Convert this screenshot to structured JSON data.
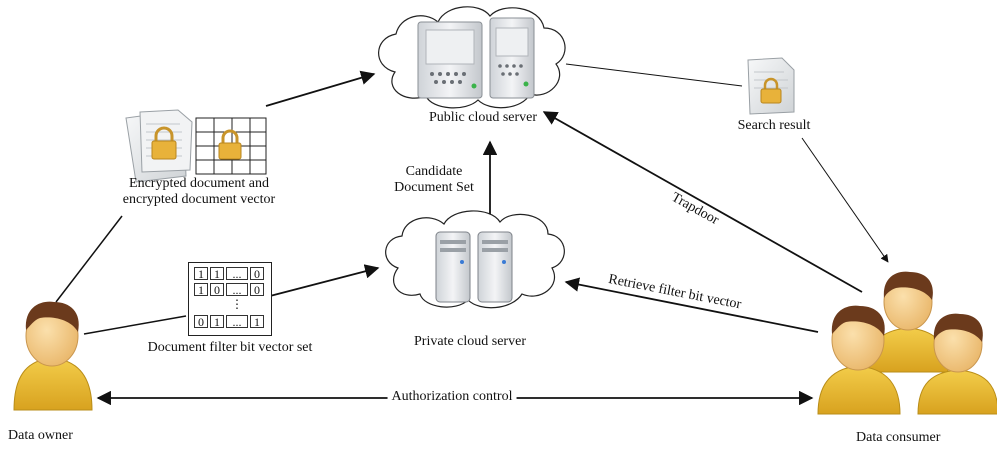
{
  "nodes": {
    "public_cloud": {
      "label": "Public cloud server"
    },
    "private_cloud": {
      "label": "Private cloud server"
    },
    "data_owner": {
      "label": "Data owner"
    },
    "data_consumer": {
      "label": "Data consumer"
    },
    "search_result": {
      "label": "Search result"
    },
    "encrypted_docs": {
      "label": "Encrypted document and encrypted document vector"
    },
    "filter_set": {
      "label": "Document filter bit vector set"
    }
  },
  "edges": {
    "candidate": {
      "label": "Candidate Document Set"
    },
    "trapdoor": {
      "label": "Trapdoor"
    },
    "retrieve": {
      "label": "Retrieve filter bit vector"
    },
    "authorization": {
      "label": "Authorization control"
    }
  },
  "filter_matrix": {
    "rows": [
      [
        "1",
        "1",
        "...",
        "0"
      ],
      [
        "1",
        "0",
        "...",
        "0"
      ],
      [
        "",
        "",
        "⋮",
        ""
      ],
      [
        "0",
        "1",
        "...",
        "1"
      ]
    ]
  },
  "colors": {
    "person_skin": "#f2c27b",
    "person_shirt": "#e2b22a",
    "person_hair": "#6b3a1c",
    "lock": "#e8b23a",
    "server": "#e7e9ec"
  }
}
